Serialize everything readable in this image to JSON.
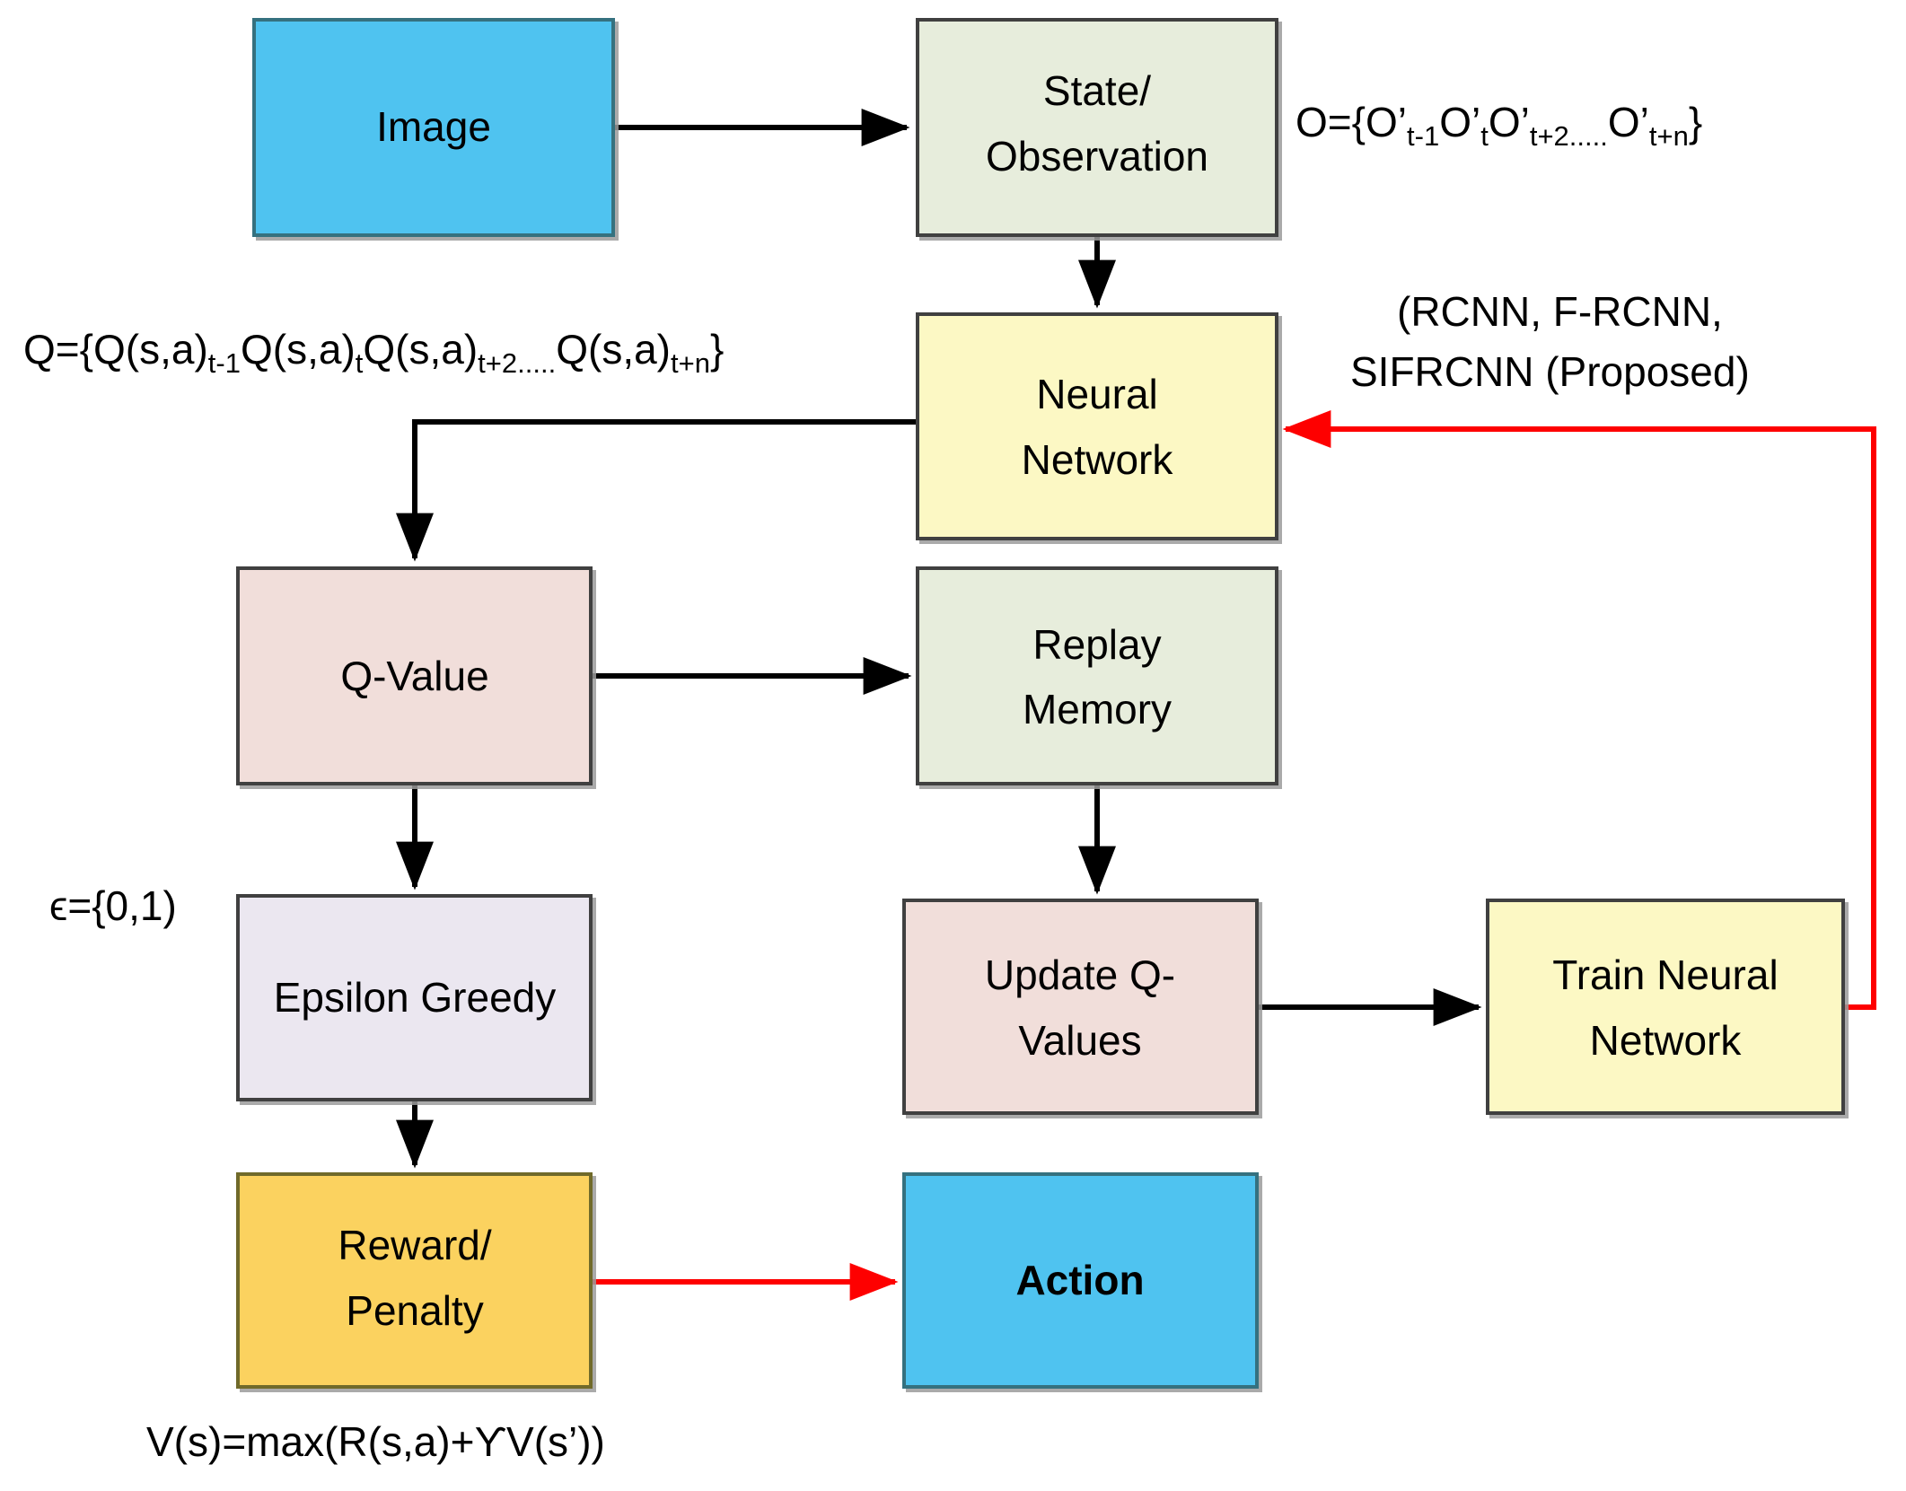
{
  "diagram": {
    "title": "Deep Q-Network reinforcement learning flowchart",
    "colors": {
      "cyan": "#4FC3F0",
      "pale_green": "#E7EDDC",
      "pale_yellow": "#FCF8C4",
      "pale_pink": "#F1DEDA",
      "lavender": "#EBE7F0",
      "amber": "#FBD25F",
      "border_dark": "#404040",
      "border_teal": "#36717F",
      "red": "#FE0000",
      "black": "#000000"
    },
    "nodes": [
      {
        "id": "image",
        "label": "Image",
        "fill": "#4FC3F0",
        "stroke": "#36717F",
        "bold": false
      },
      {
        "id": "state-observation",
        "label_line1": "State/",
        "label_line2": "Observation",
        "fill": "#E7EDDC",
        "stroke": "#404040",
        "bold": false
      },
      {
        "id": "neural-network",
        "label_line1": "Neural",
        "label_line2": "Network",
        "fill": "#FCF8C4",
        "stroke": "#404040",
        "bold": false
      },
      {
        "id": "q-value",
        "label": "Q-Value",
        "fill": "#F1DEDA",
        "stroke": "#404040",
        "bold": false
      },
      {
        "id": "replay-memory",
        "label_line1": "Replay",
        "label_line2": "Memory",
        "fill": "#E7EDDC",
        "stroke": "#404040",
        "bold": false
      },
      {
        "id": "epsilon-greedy",
        "label": "Epsilon Greedy",
        "fill": "#EBE7F0",
        "stroke": "#404040",
        "bold": false
      },
      {
        "id": "update-q-values",
        "label_line1": "Update Q-",
        "label_line2": "Values",
        "fill": "#F1DEDA",
        "stroke": "#404040",
        "bold": false
      },
      {
        "id": "train-neural-network",
        "label_line1": "Train Neural",
        "label_line2": "Network",
        "fill": "#FCF8C4",
        "stroke": "#404040",
        "bold": false
      },
      {
        "id": "reward-penalty",
        "label_line1": "Reward/",
        "label_line2": "Penalty",
        "fill": "#FBD25F",
        "stroke": "#706A2C",
        "bold": false
      },
      {
        "id": "action",
        "label": "Action",
        "fill": "#4FC3F0",
        "stroke": "#36717F",
        "bold": true
      }
    ],
    "annotations": {
      "observation_set": {
        "id": "observation-set-formula",
        "prefix": "O={O’",
        "sub1": "t-1",
        "mid1": "O’",
        "sub2": "t",
        "mid2": "O’",
        "sub3": "t+2",
        "dots": ".....",
        "mid3": "O’",
        "sub4": "t+n",
        "suffix": "}",
        "plain": "O={O’t-1O’tO’t+2.....O’t+n}"
      },
      "q_set": {
        "id": "q-set-formula",
        "prefix": "Q={Q(s,a)",
        "sub1": "t-1",
        "mid1": "Q(s,a)",
        "sub2": "t",
        "mid2": "Q(s,a)",
        "sub3": "t+2",
        "dots": ".....",
        "mid3": "Q(s,a)",
        "sub4": "t+n",
        "suffix": "}",
        "plain": "Q={Q(s,a)t-1Q(s,a)tQ(s,a)t+2.....Q(s,a)t+n}"
      },
      "network_variants": {
        "id": "network-variants-label",
        "line1": "(RCNN, F-RCNN,",
        "line2": "SIFRCNN (Proposed)"
      },
      "epsilon": {
        "id": "epsilon-range-label",
        "text": "ϵ={0,1)"
      },
      "value_function": {
        "id": "value-function-formula",
        "text": "V(s)=max(R(s,a)+ϒV(s’))"
      }
    },
    "edges": [
      {
        "id": "image-to-state",
        "from": "image",
        "to": "state-observation",
        "color": "#000000",
        "style": "straight"
      },
      {
        "id": "state-to-neural-network",
        "from": "state-observation",
        "to": "neural-network",
        "color": "#000000",
        "style": "straight"
      },
      {
        "id": "neural-network-to-q-value",
        "from": "neural-network",
        "to": "q-value",
        "color": "#000000",
        "style": "elbow"
      },
      {
        "id": "q-value-to-replay-memory",
        "from": "q-value",
        "to": "replay-memory",
        "color": "#000000",
        "style": "straight"
      },
      {
        "id": "q-value-to-epsilon-greedy",
        "from": "q-value",
        "to": "epsilon-greedy",
        "color": "#000000",
        "style": "straight"
      },
      {
        "id": "replay-memory-to-update-q-values",
        "from": "replay-memory",
        "to": "update-q-values",
        "color": "#000000",
        "style": "straight"
      },
      {
        "id": "epsilon-greedy-to-reward-penalty",
        "from": "epsilon-greedy",
        "to": "reward-penalty",
        "color": "#000000",
        "style": "straight"
      },
      {
        "id": "update-q-values-to-train-neural-network",
        "from": "update-q-values",
        "to": "train-neural-network",
        "color": "#000000",
        "style": "straight"
      },
      {
        "id": "reward-penalty-to-action",
        "from": "reward-penalty",
        "to": "action",
        "color": "#FE0000",
        "style": "straight"
      },
      {
        "id": "train-neural-network-to-neural-network",
        "from": "train-neural-network",
        "to": "neural-network",
        "color": "#FE0000",
        "style": "elbow-feedback"
      }
    ]
  }
}
